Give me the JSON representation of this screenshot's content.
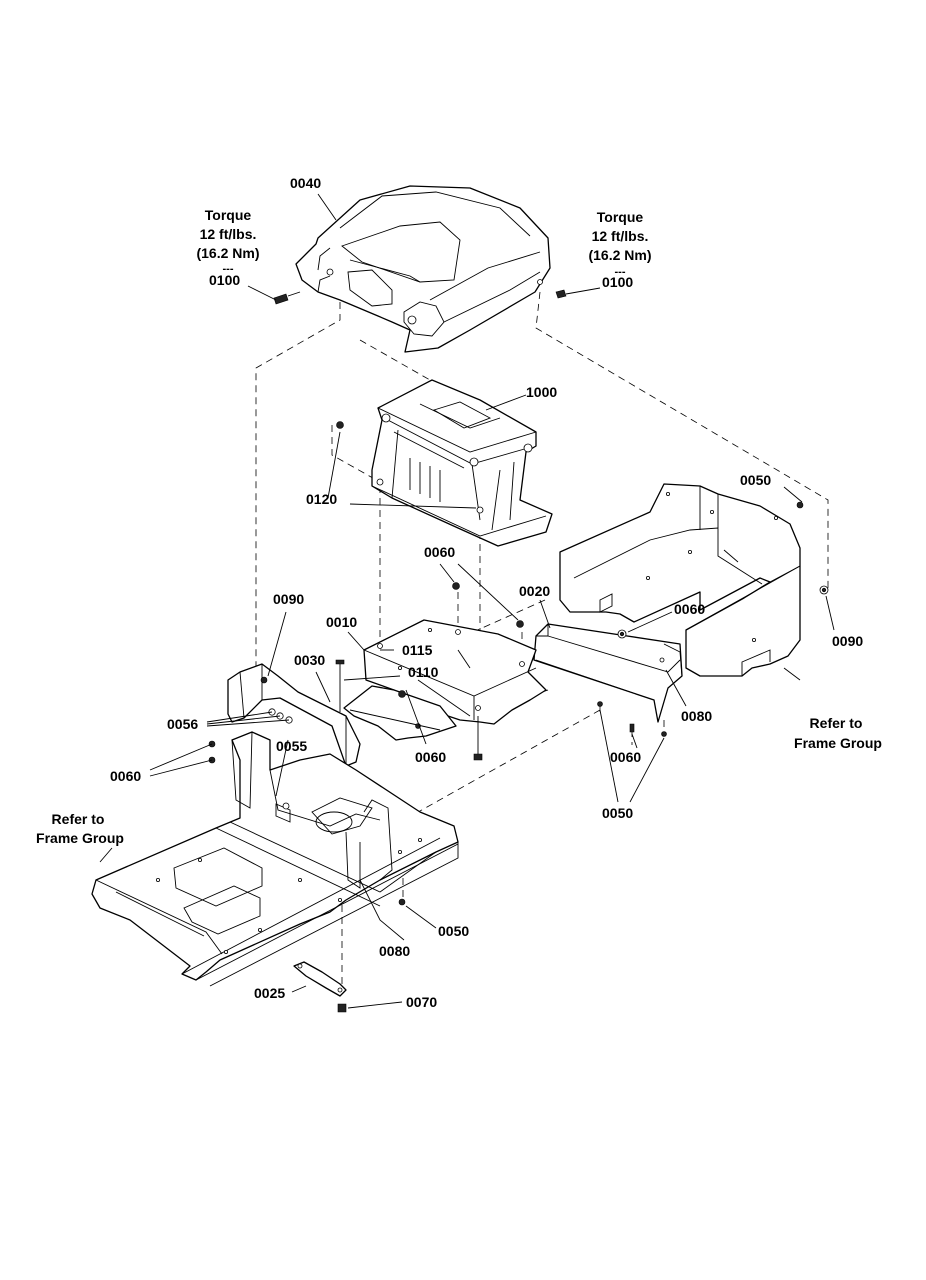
{
  "callouts": {
    "c0040": "0040",
    "c0100_left": "0100",
    "c0100_right": "0100",
    "c1000": "1000",
    "c0120": "0120",
    "c0050_top": "0050",
    "c0060_top": "0060",
    "c0020": "0020",
    "c0060_right": "0060",
    "c0090_right": "0090",
    "c0090_left": "0090",
    "c0010": "0010",
    "c0115": "0115",
    "c0030": "0030",
    "c0110": "0110",
    "c0080_right": "0080",
    "c0056": "0056",
    "c0055": "0055",
    "c0060_left": "0060",
    "c0060_center": "0060",
    "c0060_lower": "0060",
    "c0050_lower": "0050",
    "c0080_lower": "0080",
    "c0050_bottom": "0050",
    "c0025": "0025",
    "c0070": "0070"
  },
  "torque_left": {
    "line1": "Torque",
    "line2": "12 ft/lbs.",
    "line3": "(16.2 Nm)",
    "marker": "---"
  },
  "torque_right": {
    "line1": "Torque",
    "line2": "12 ft/lbs.",
    "line3": "(16.2 Nm)",
    "marker": "---"
  },
  "refer_right": {
    "line1": "Refer to",
    "line2": "Frame Group"
  },
  "refer_left": {
    "line1": "Refer to",
    "line2": "Frame Group"
  }
}
